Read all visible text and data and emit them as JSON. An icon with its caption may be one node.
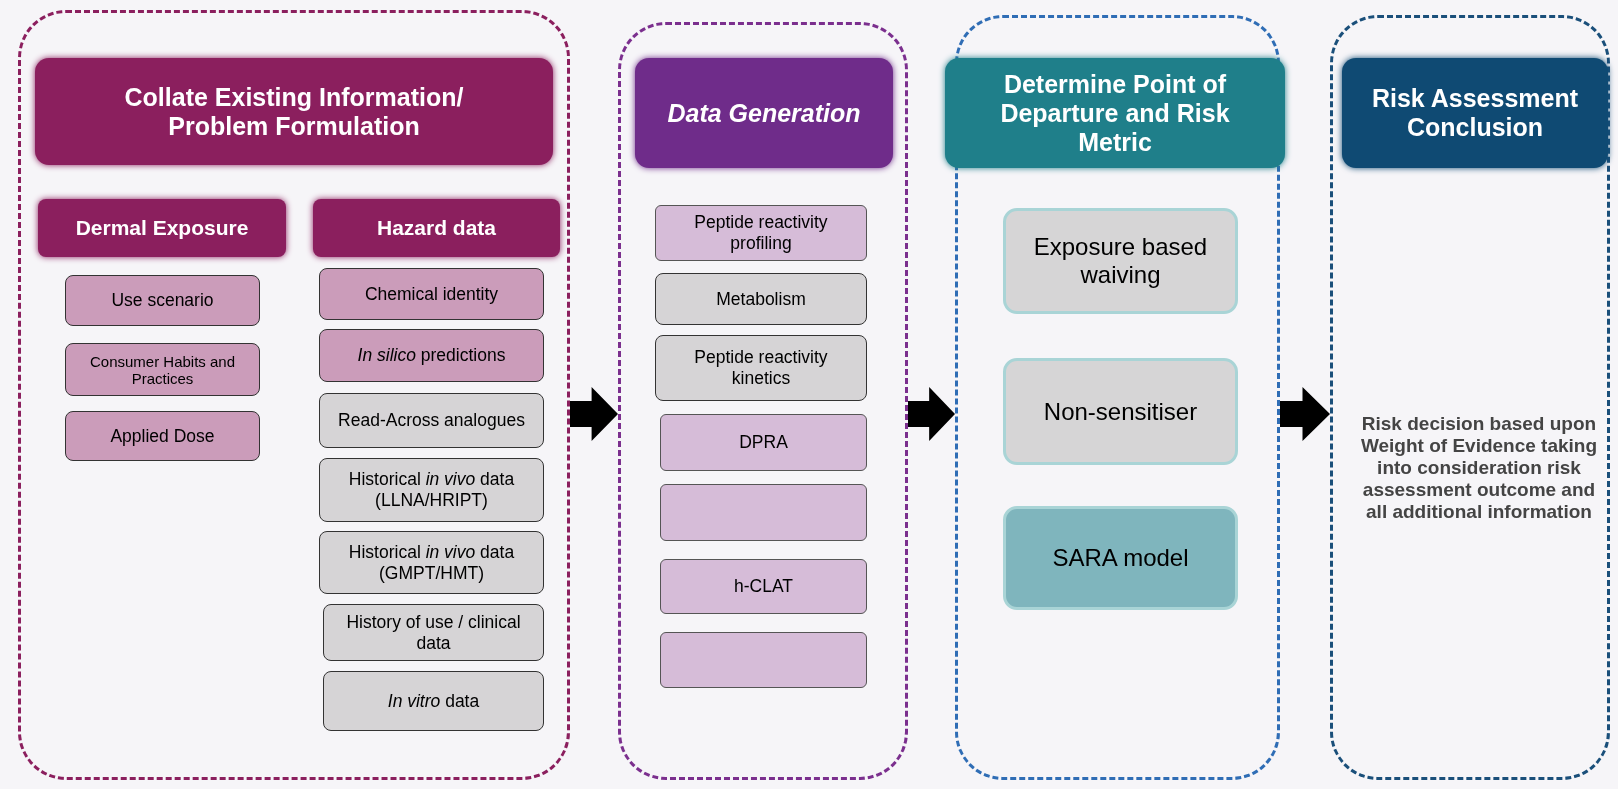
{
  "diagram": {
    "nodes": [
      {
        "text": [
          "Collate Existing Information/ Problem Formulation"
        ]
      },
      {
        "text": [
          "Dermal Exposure"
        ],
        "in": 0
      },
      {
        "text": [
          "Hazard data"
        ],
        "in": 0
      },
      {
        "text": [
          "Use scenario"
        ],
        "in": 0
      },
      {
        "text": [
          "Consumer Habits and Practices"
        ],
        "in": 0
      },
      {
        "text": [
          "Applied Dose"
        ],
        "in": 0
      },
      {
        "text": [
          "Chemical identity"
        ],
        "in": 0
      },
      {
        "text": [
          "*In silico* predictions"
        ],
        "in": 0
      },
      {
        "text": [
          "Read-Across analogues"
        ],
        "in": 0
      },
      {
        "text": [
          "Historical *in vivo* data (LLNA/HRIPT)"
        ],
        "in": 0
      },
      {
        "text": [
          "Historical *in vivo* data (GMPT/HMT)"
        ],
        "in": 0
      },
      {
        "text": [
          "History of use / clinical data"
        ],
        "in": 0
      },
      {
        "text": [
          "*In vitro* data"
        ],
        "in": 0
      },
      {
        "text": [
          "Data Generation"
        ]
      },
      {
        "text": [
          "Peptide reactivity profiling"
        ],
        "in": 13
      },
      {
        "text": [
          "Metabolism"
        ],
        "in": 13
      },
      {
        "text": [
          "Peptide reactivity kinetics"
        ],
        "in": 13
      },
      {
        "text": [
          "DPRA"
        ],
        "in": 13
      },
      {
        "text": [],
        "shape": "box",
        "in": 13
      },
      {
        "text": [
          "h-CLAT"
        ],
        "in": 13
      },
      {
        "text": [],
        "shape": "box",
        "in": 13
      },
      {
        "text": [
          "Determine Point of Departure and Risk Metric"
        ]
      },
      {
        "text": [
          "Exposure based waiving"
        ],
        "in": 21
      },
      {
        "text": [
          "Non-sensitiser"
        ],
        "in": 21
      },
      {
        "text": [
          "SARA model"
        ],
        "in": 21
      },
      {
        "text": [
          "Risk Assessment Conclusion"
        ]
      },
      {
        "text": [
          "Risk decision based upon Weight of Evidence taking into consideration risk assessment outcome and all additional information"
        ],
        "in": 25
      }
    ],
    "edges": [
      {
        "from": 0,
        "to": 13,
        "arrow": "to"
      },
      {
        "from": 13,
        "to": 21,
        "arrow": "to"
      },
      {
        "from": 21,
        "to": 25,
        "arrow": "to"
      }
    ]
  }
}
